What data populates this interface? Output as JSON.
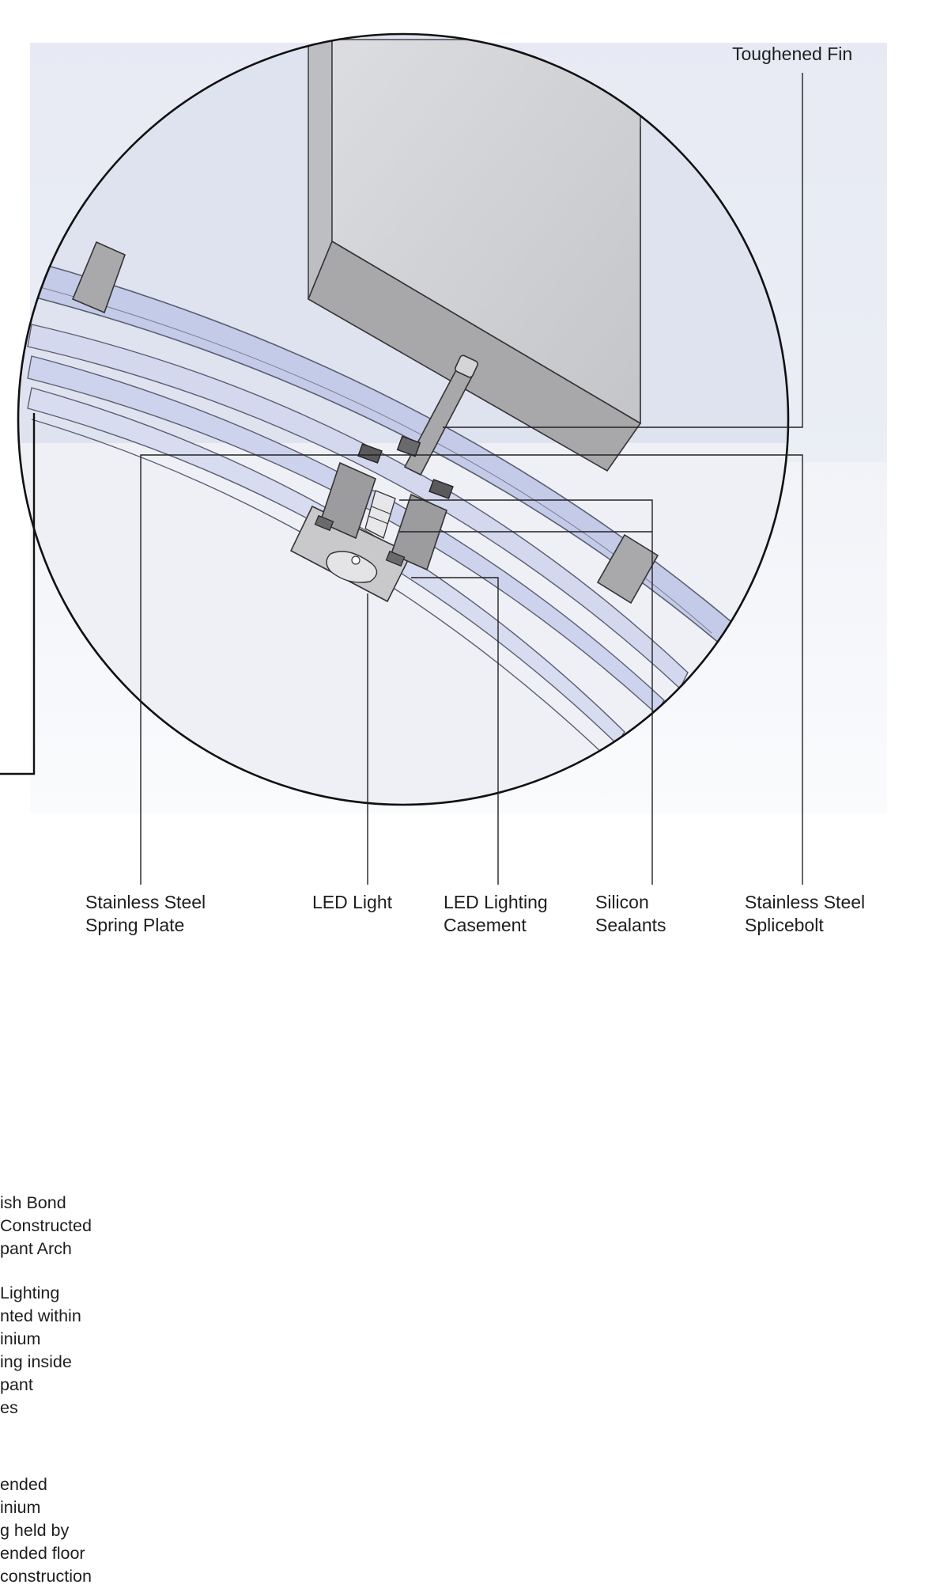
{
  "labels": {
    "toughened_fin": "Toughened Fin",
    "spring_plate": [
      "Stainless Steel",
      "Spring Plate"
    ],
    "led_light": "LED Light",
    "led_casement": [
      "LED Lighting",
      "Casement"
    ],
    "silicon_sealants": [
      "Silicon",
      "Sealants"
    ],
    "splicebolt": [
      "Stainless Steel",
      "Splicebolt"
    ]
  },
  "notes": {
    "note_1": [
      "ish Bond",
      "Constructed",
      "pant Arch"
    ],
    "note_2": [
      "Lighting",
      "nted within",
      "inium",
      "ing inside",
      "pant",
      "es"
    ],
    "note_3": [
      "ended",
      "inium",
      "g held by",
      "ended floor",
      "construction"
    ]
  },
  "colors": {
    "background": "#ffffff",
    "panel_top": "#eceef6",
    "fin_face": "#cfd0d4",
    "fin_base": "#a9a9ab",
    "arch_band": "#c3c9e6",
    "bracket": "#a8a8aa",
    "line": "#1a1a1a"
  }
}
